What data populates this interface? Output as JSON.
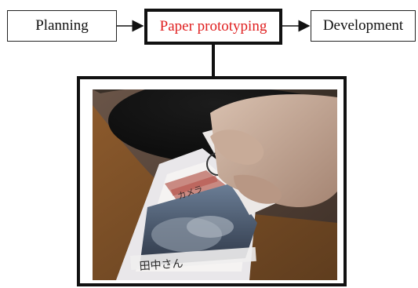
{
  "flow": {
    "steps": [
      {
        "label": "Planning",
        "color": "#111111"
      },
      {
        "label": "Paper prototyping",
        "color": "#e02020"
      },
      {
        "label": "Development",
        "color": "#111111"
      }
    ],
    "photo_icon": "paper-prototype-on-phone-photo",
    "photo_caption_text": "カメラ",
    "photo_bottom_text": "田中さん"
  }
}
